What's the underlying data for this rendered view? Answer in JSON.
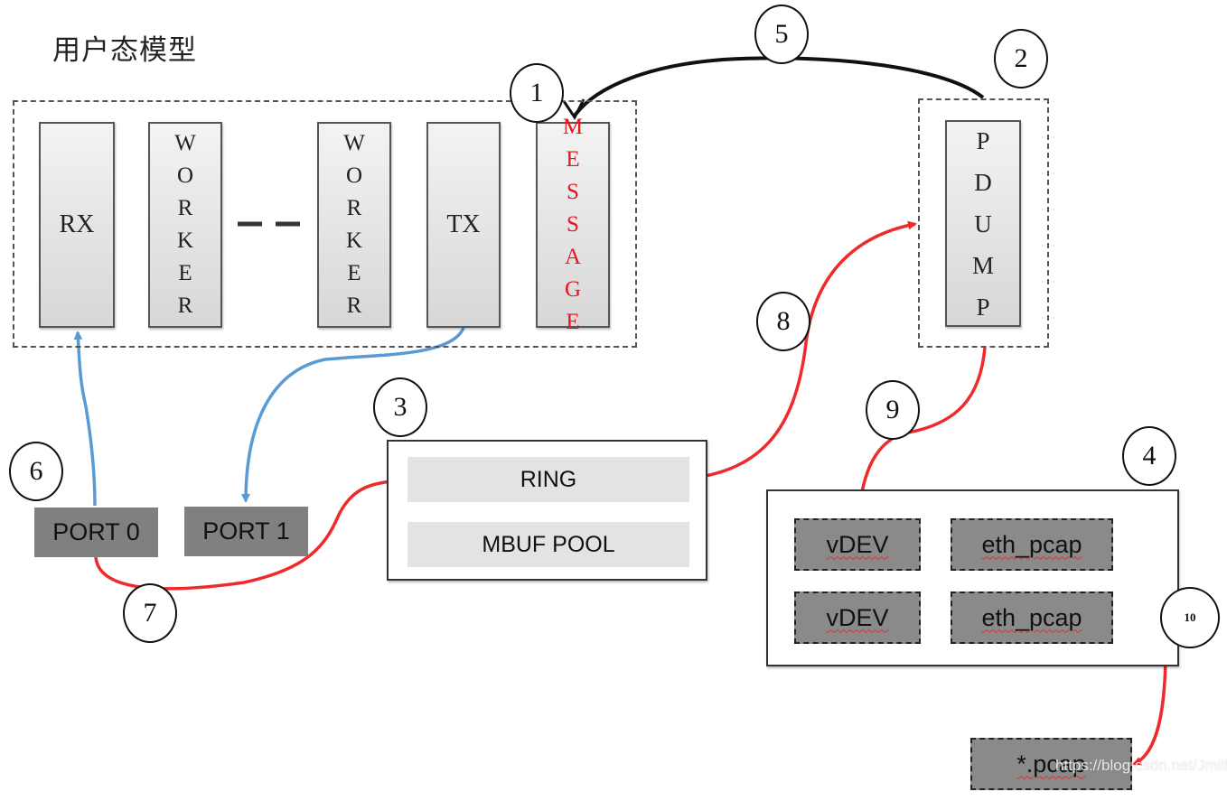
{
  "title": "用户态模型",
  "user_space_model": {
    "columns": [
      {
        "label": "RX",
        "orientation": "horizontal"
      },
      {
        "label": "WORKER",
        "orientation": "vertical"
      },
      {
        "label": "WORKER",
        "orientation": "vertical"
      },
      {
        "label": "TX",
        "orientation": "horizontal"
      },
      {
        "label": "MESSAGE",
        "orientation": "vertical",
        "color": "#e8141e"
      }
    ],
    "ellipsis": "— —"
  },
  "pdump": {
    "label": "PDUMP"
  },
  "ports": [
    {
      "label": "PORT 0"
    },
    {
      "label": "PORT 1"
    }
  ],
  "ring_group": {
    "ring": "RING",
    "mbuf_pool": "MBUF POOL"
  },
  "vdev_group": {
    "rows": [
      {
        "vdev": "vDEV",
        "driver": "eth_pcap"
      },
      {
        "vdev": "vDEV",
        "driver": "eth_pcap"
      }
    ]
  },
  "output_file": "*.pcap",
  "steps": [
    "1",
    "2",
    "3",
    "4",
    "5",
    "6",
    "7",
    "8",
    "9",
    "10"
  ],
  "colors": {
    "data_path": "#f02a2a",
    "port_path": "#5b9bd5",
    "control_path": "#111111",
    "message_text": "#e8141e"
  },
  "watermark": "https://blog.csdn.net/Jmilk"
}
